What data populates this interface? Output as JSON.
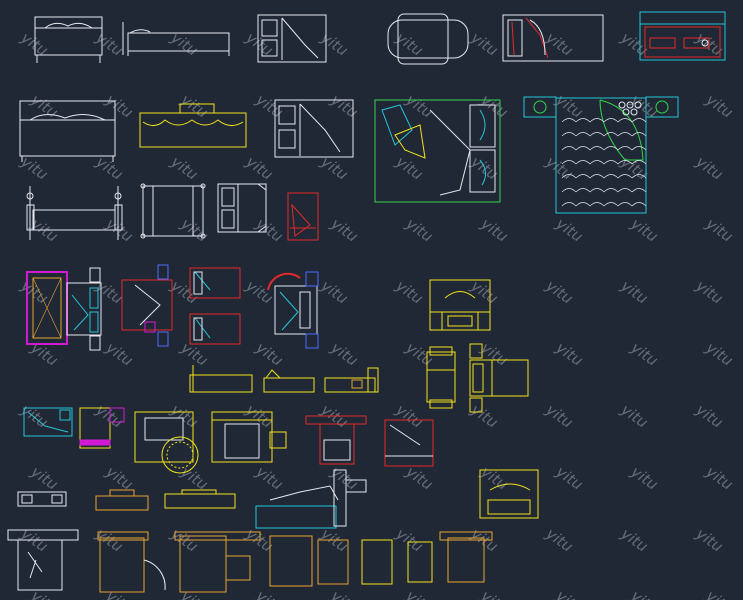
{
  "watermark": {
    "text": "yitu"
  },
  "colors": {
    "background": "#202836",
    "white": "#e6e8ee",
    "yellow": "#f3e21a",
    "cyan": "#25c6d6",
    "red": "#e32a2a",
    "green": "#2fd64a",
    "magenta": "#d21ad2",
    "blue": "#4b6cff",
    "orange": "#e7a531"
  },
  "blocks": [
    {
      "id": "bed-elevation-a",
      "color": "white"
    },
    {
      "id": "bed-elevation-b",
      "color": "white"
    },
    {
      "id": "bed-plan-a",
      "color": "white"
    },
    {
      "id": "bed-plan-rounded",
      "color": "white"
    },
    {
      "id": "bed-plan-red-accent",
      "color": "white"
    },
    {
      "id": "bed-elevation-cyan-red",
      "color": "cyan"
    },
    {
      "id": "bed-elevation-c",
      "color": "white"
    },
    {
      "id": "bed-elevation-yellow",
      "color": "yellow"
    },
    {
      "id": "bed-plan-b",
      "color": "white"
    },
    {
      "id": "bed-plan-green",
      "color": "green"
    },
    {
      "id": "bed-plan-cyan-quilted",
      "color": "cyan"
    },
    {
      "id": "bed-elevation-posts",
      "color": "white"
    },
    {
      "id": "bed-plan-c",
      "color": "white"
    },
    {
      "id": "bed-plan-d",
      "color": "white"
    },
    {
      "id": "bed-plan-red-small",
      "color": "red"
    },
    {
      "id": "bed-plan-magenta",
      "color": "magenta"
    },
    {
      "id": "bed-plan-red-group",
      "color": "red"
    },
    {
      "id": "bed-plan-yellow-headboard",
      "color": "yellow"
    },
    {
      "id": "bed-elevations-yellow-row",
      "color": "yellow"
    },
    {
      "id": "bed-plans-yellow-row",
      "color": "yellow"
    },
    {
      "id": "bed-plans-mixed-row",
      "color": "yellow"
    },
    {
      "id": "bed-elevations-bottom-row",
      "color": "white"
    },
    {
      "id": "bed-plans-bottom-row",
      "color": "orange"
    }
  ]
}
